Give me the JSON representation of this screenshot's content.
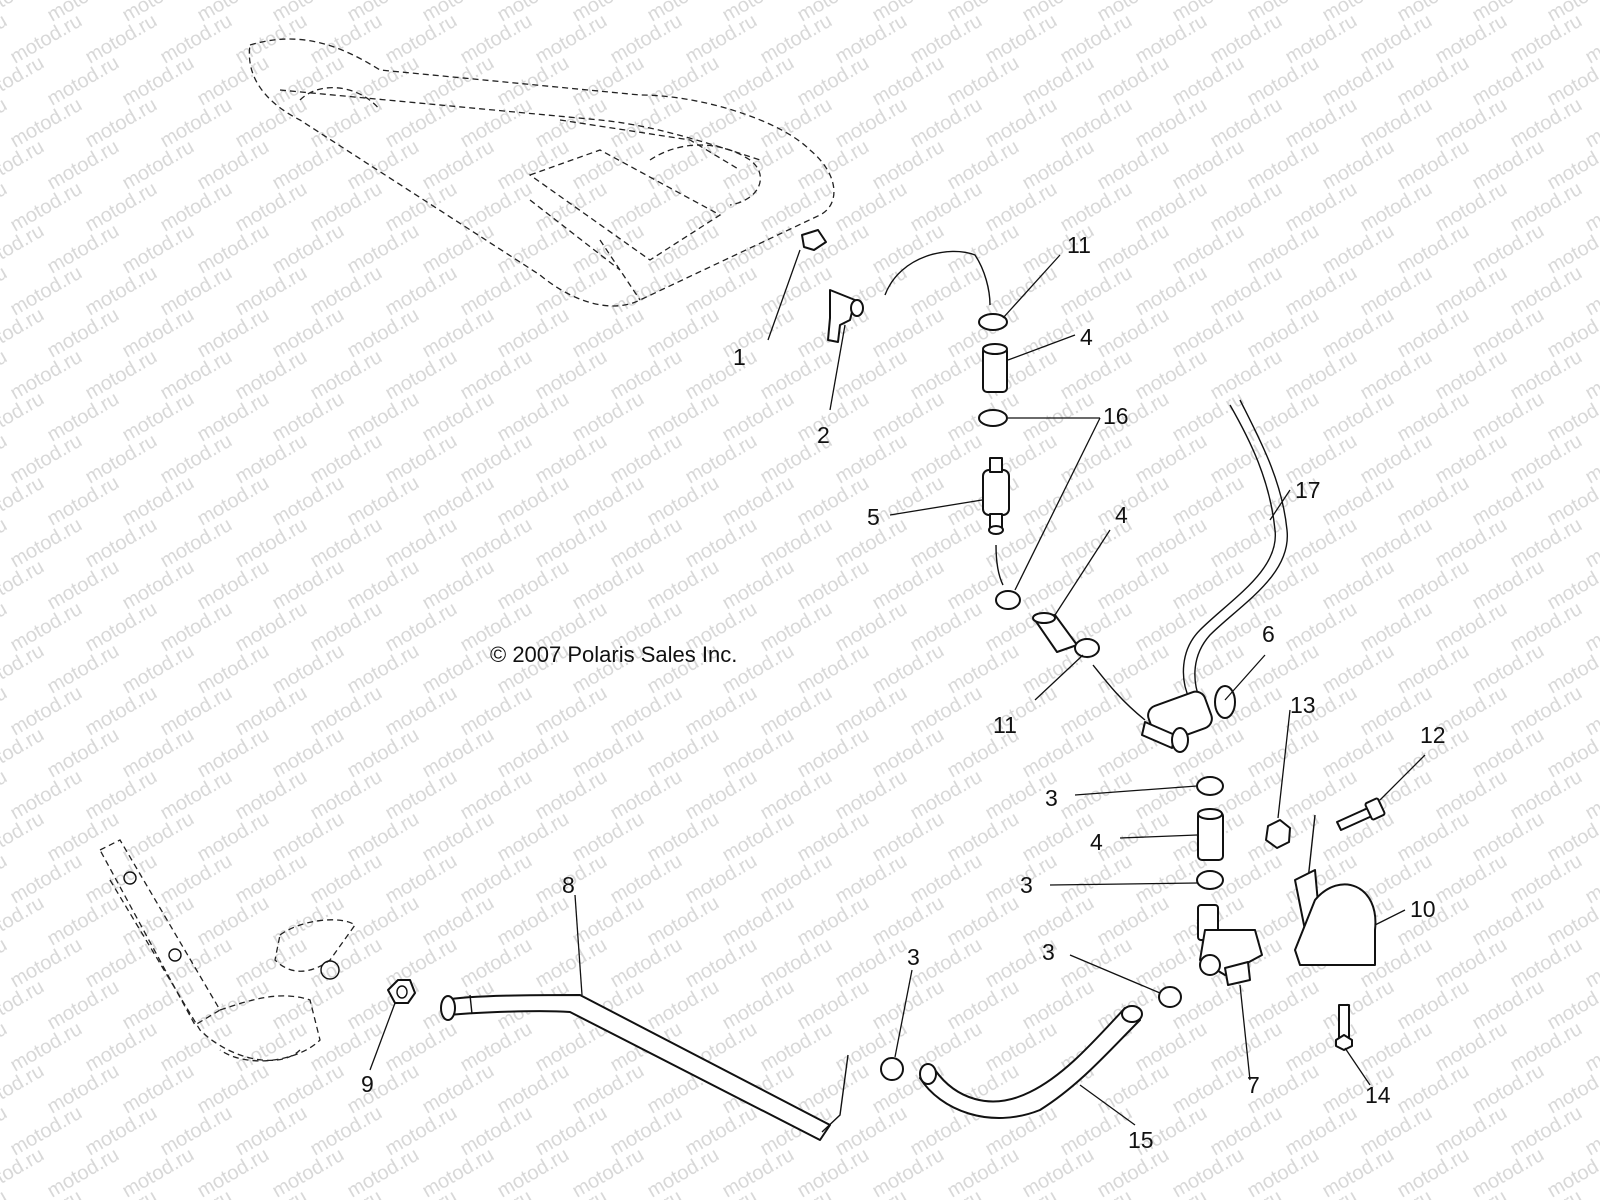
{
  "watermark": "motod.ru",
  "copyright": "© 2007 Polaris Sales Inc.",
  "labels": {
    "l1": "1",
    "l2": "2",
    "l3a": "3",
    "l3b": "3",
    "l3c": "3",
    "l3d": "3",
    "l4a": "4",
    "l4b": "4",
    "l4c": "4",
    "l5": "5",
    "l6": "6",
    "l7": "7",
    "l8": "8",
    "l9": "9",
    "l10": "10",
    "l11a": "11",
    "l11b": "11",
    "l12": "12",
    "l13": "13",
    "l14": "14",
    "l15": "15",
    "l16": "16",
    "l17": "17"
  }
}
